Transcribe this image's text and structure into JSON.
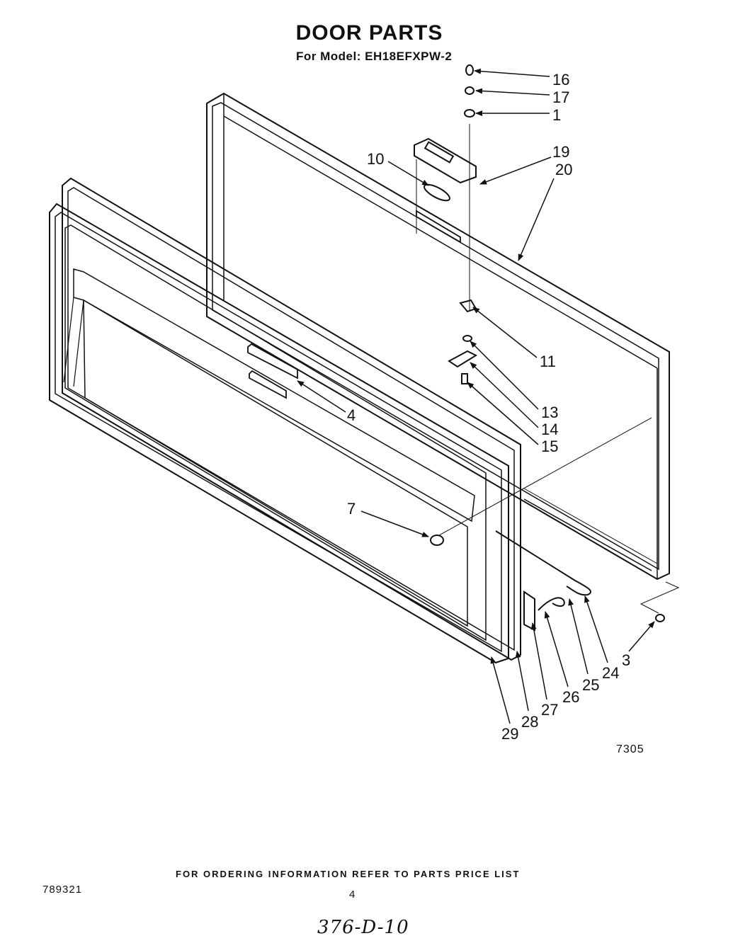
{
  "title": "DOOR PARTS",
  "subtitle": "For Model: EH18EFXPW-2",
  "diagram_code": "7305",
  "footer_note": "FOR ORDERING INFORMATION REFER TO PARTS PRICE LIST",
  "document_number": "789321",
  "page_number": "4",
  "handwritten_note": "376-D-10",
  "callouts": {
    "c16": "16",
    "c17": "17",
    "c1": "1",
    "c10": "10",
    "c19": "19",
    "c20": "20",
    "c11": "11",
    "c13": "13",
    "c14": "14",
    "c15": "15",
    "c4": "4",
    "c7": "7",
    "c3": "3",
    "c24": "24",
    "c25": "25",
    "c26": "26",
    "c27": "27",
    "c28": "28",
    "c29": "29"
  }
}
